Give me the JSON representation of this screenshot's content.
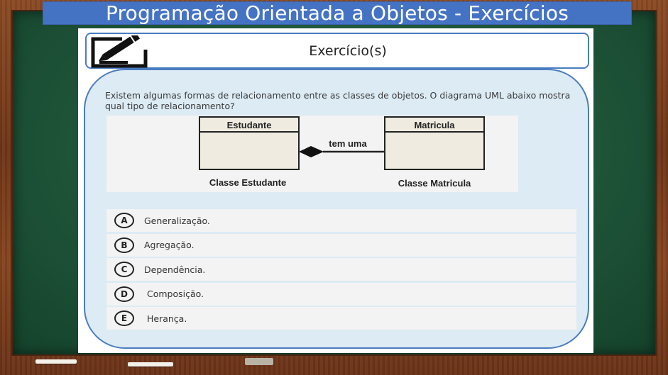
{
  "title_bar": {
    "text": "Programação Orientada a Objetos - Exercícios"
  },
  "header": {
    "title": "Exercício(s)",
    "icon": "pencil-edit-icon"
  },
  "question": {
    "text": "Existem algumas formas de relacionamento entre as classes de objetos. O diagrama UML abaixo mostra qual tipo de relacionamento?"
  },
  "diagram": {
    "class_left": {
      "name": "Estudante",
      "caption": "Classe Estudante"
    },
    "class_right": {
      "name": "Matricula",
      "caption": "Classe Matricula"
    },
    "relation_label": "tem uma",
    "relation_end": "filled-diamond"
  },
  "options": [
    {
      "letter": "A",
      "text": "Generalização."
    },
    {
      "letter": "B",
      "text": "Agregação."
    },
    {
      "letter": "C",
      "text": "Dependência."
    },
    {
      "letter": "D",
      "text": "Composição."
    },
    {
      "letter": "E",
      "text": "Herança."
    }
  ],
  "colors": {
    "title_bar": "#4573c4",
    "board": "#1f5539",
    "frame": "#7a3e1d",
    "content_bg": "#dcebf4",
    "border": "#4a7cc0",
    "uml_class_fill": "#efebe0"
  }
}
